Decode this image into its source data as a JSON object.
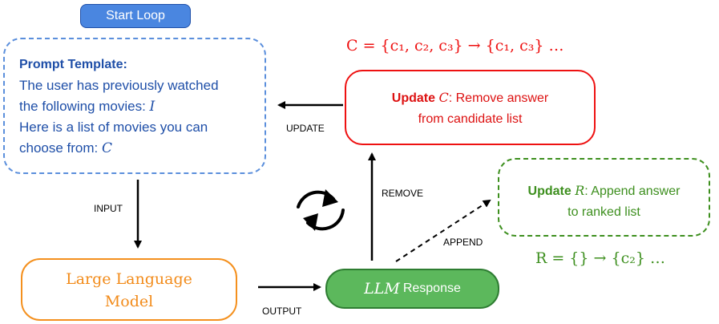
{
  "start": {
    "label": "Start Loop"
  },
  "prompt": {
    "title": "Prompt Template:",
    "line1": "The user has previously watched",
    "line2": "the following movies:",
    "var_i": "I",
    "line3": "Here is a list of movies you can",
    "line4": "choose from:",
    "var_c": "C"
  },
  "update_c": {
    "update_word": "Update",
    "var": "C",
    "text1": ": Remove answer",
    "text2": "from candidate list"
  },
  "update_r": {
    "update_word": "Update",
    "var": "R",
    "text1": ": Append answer",
    "text2": "to ranked list"
  },
  "llm": {
    "line1": "Large Language",
    "line2": "Model"
  },
  "response": {
    "var": "LLM",
    "label": "Response"
  },
  "labels": {
    "update": "UPDATE",
    "input": "INPUT",
    "remove": "REMOVE",
    "append": "APPEND",
    "output": "OUTPUT"
  },
  "formulas": {
    "c": "C = {c₁, c₂, c₃} → {c₁, c₃} …",
    "r": "R = {} → {c₂} …"
  },
  "colors": {
    "blue": "#1f4fa8",
    "red": "#ee1111",
    "green": "#3d8f1e",
    "orange": "#f28b1a",
    "response_fill": "#5cb85c"
  },
  "icons": {
    "loop": "refresh-cycle-icon"
  }
}
